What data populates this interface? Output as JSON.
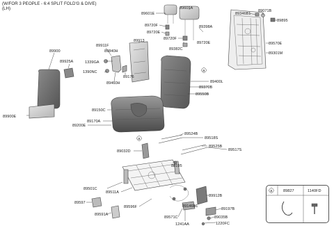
{
  "header": {
    "line1": "(W/FOR 3 PEOPLE - 6:4 SPLIT FOLD'G & DIVE)",
    "line2": "(LH)"
  },
  "labels": {
    "p89601A": "89601A",
    "p89601E": "89601E",
    "p89720F_a": "89720F",
    "p89720E_a": "89720E",
    "p89720F_b": "89720F",
    "p89720E_b": "89720E",
    "p89398A": "89398A",
    "p89382C": "89382C",
    "p89913": "89913",
    "p89911F": "89911F",
    "p89840H": "89840H",
    "p1339GA": "1339GA",
    "p1390NC": "1390NC",
    "p89460H": "89460H",
    "p89900": "89900",
    "p89925A": "89925A",
    "p89900E": "89900E",
    "p89346B1": "89346B1",
    "p89071B": "89071B",
    "p89895": "89895",
    "p89570E": "89570E",
    "p89301M": "89301M",
    "p89400L": "89400L",
    "p89370B": "89370B",
    "p89550B": "89550B",
    "p89150C": "89150C",
    "p89170A": "89170A",
    "p89200E": "89200E",
    "p89524B": "89524B",
    "p89518S": "89518S",
    "p89525B": "89525B",
    "p89517S": "89517S",
    "p89032D": "89032D",
    "p88195": "88195",
    "p89501C": "89501C",
    "p89511A": "89511A",
    "p89597": "89597",
    "p89596F": "89596F",
    "p89591A": "89591A",
    "p89912B": "89912B",
    "p89146B1": "89146B1",
    "p89197B": "89197B",
    "p89571C": "89571C",
    "p1241AA": "1241AA",
    "p89035B": "89035B",
    "p1220FC": "1220FC",
    "p89176": "89176"
  },
  "callouts": {
    "a": "a"
  },
  "legend": {
    "ref": "a",
    "col1": "89827",
    "col2": "1140FD"
  }
}
